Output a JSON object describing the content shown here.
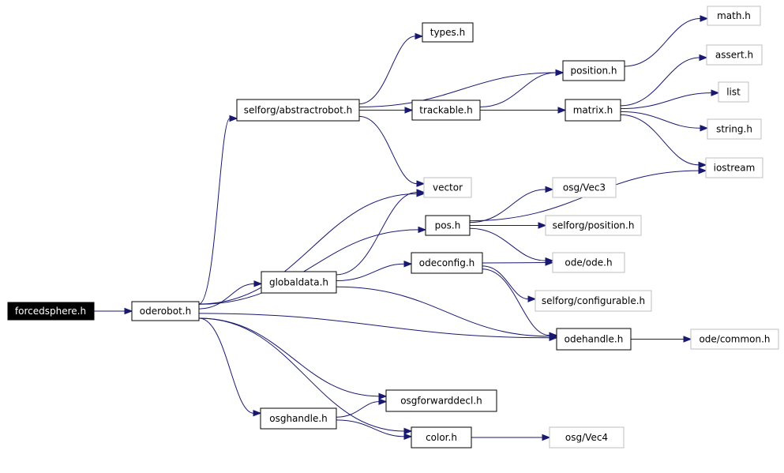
{
  "colors": {
    "edge": "#191970",
    "node_border": "#000000",
    "external_border": "#bfbfbf",
    "root_fill": "#000000",
    "root_text": "#ffffff"
  },
  "nodes": [
    {
      "id": "forcedsphere",
      "label": "forcedsphere.h",
      "kind": "root"
    },
    {
      "id": "oderobot",
      "label": "oderobot.h",
      "kind": "local"
    },
    {
      "id": "abstractrobot",
      "label": "selforg/abstractrobot.h",
      "kind": "local"
    },
    {
      "id": "types",
      "label": "types.h",
      "kind": "local"
    },
    {
      "id": "position",
      "label": "position.h",
      "kind": "local"
    },
    {
      "id": "trackable",
      "label": "trackable.h",
      "kind": "local"
    },
    {
      "id": "matrix",
      "label": "matrix.h",
      "kind": "local"
    },
    {
      "id": "math",
      "label": "math.h",
      "kind": "external"
    },
    {
      "id": "assert",
      "label": "assert.h",
      "kind": "external"
    },
    {
      "id": "list",
      "label": "list",
      "kind": "external"
    },
    {
      "id": "string",
      "label": "string.h",
      "kind": "external"
    },
    {
      "id": "iostream",
      "label": "iostream",
      "kind": "external"
    },
    {
      "id": "vector",
      "label": "vector",
      "kind": "external"
    },
    {
      "id": "pos",
      "label": "pos.h",
      "kind": "local"
    },
    {
      "id": "osgvec3",
      "label": "osg/Vec3",
      "kind": "external"
    },
    {
      "id": "selforgposition",
      "label": "selforg/position.h",
      "kind": "external"
    },
    {
      "id": "odeode",
      "label": "ode/ode.h",
      "kind": "external"
    },
    {
      "id": "globaldata",
      "label": "globaldata.h",
      "kind": "local"
    },
    {
      "id": "odeconfig",
      "label": "odeconfig.h",
      "kind": "local"
    },
    {
      "id": "configurable",
      "label": "selforg/configurable.h",
      "kind": "external"
    },
    {
      "id": "odehandle",
      "label": "odehandle.h",
      "kind": "local"
    },
    {
      "id": "odecommon",
      "label": "ode/common.h",
      "kind": "external"
    },
    {
      "id": "osgforwarddecl",
      "label": "osgforwarddecl.h",
      "kind": "local"
    },
    {
      "id": "osghandle",
      "label": "osghandle.h",
      "kind": "local"
    },
    {
      "id": "color",
      "label": "color.h",
      "kind": "local"
    },
    {
      "id": "osgvec4",
      "label": "osg/Vec4",
      "kind": "external"
    }
  ],
  "edges": [
    [
      "forcedsphere",
      "oderobot"
    ],
    [
      "oderobot",
      "abstractrobot"
    ],
    [
      "oderobot",
      "vector"
    ],
    [
      "oderobot",
      "pos"
    ],
    [
      "oderobot",
      "globaldata"
    ],
    [
      "oderobot",
      "odehandle"
    ],
    [
      "oderobot",
      "osgforwarddecl"
    ],
    [
      "oderobot",
      "osghandle"
    ],
    [
      "oderobot",
      "color"
    ],
    [
      "abstractrobot",
      "types"
    ],
    [
      "abstractrobot",
      "position"
    ],
    [
      "abstractrobot",
      "trackable"
    ],
    [
      "abstractrobot",
      "vector"
    ],
    [
      "trackable",
      "position"
    ],
    [
      "trackable",
      "matrix"
    ],
    [
      "position",
      "math"
    ],
    [
      "matrix",
      "assert"
    ],
    [
      "matrix",
      "list"
    ],
    [
      "matrix",
      "string"
    ],
    [
      "matrix",
      "iostream"
    ],
    [
      "pos",
      "iostream"
    ],
    [
      "pos",
      "osgvec3"
    ],
    [
      "pos",
      "selforgposition"
    ],
    [
      "pos",
      "odeode"
    ],
    [
      "globaldata",
      "vector"
    ],
    [
      "globaldata",
      "odeconfig"
    ],
    [
      "globaldata",
      "odehandle"
    ],
    [
      "odeconfig",
      "odeode"
    ],
    [
      "odeconfig",
      "configurable"
    ],
    [
      "odeconfig",
      "odehandle"
    ],
    [
      "odehandle",
      "odecommon"
    ],
    [
      "osghandle",
      "osgforwarddecl"
    ],
    [
      "osghandle",
      "color"
    ],
    [
      "color",
      "osgvec4"
    ]
  ]
}
